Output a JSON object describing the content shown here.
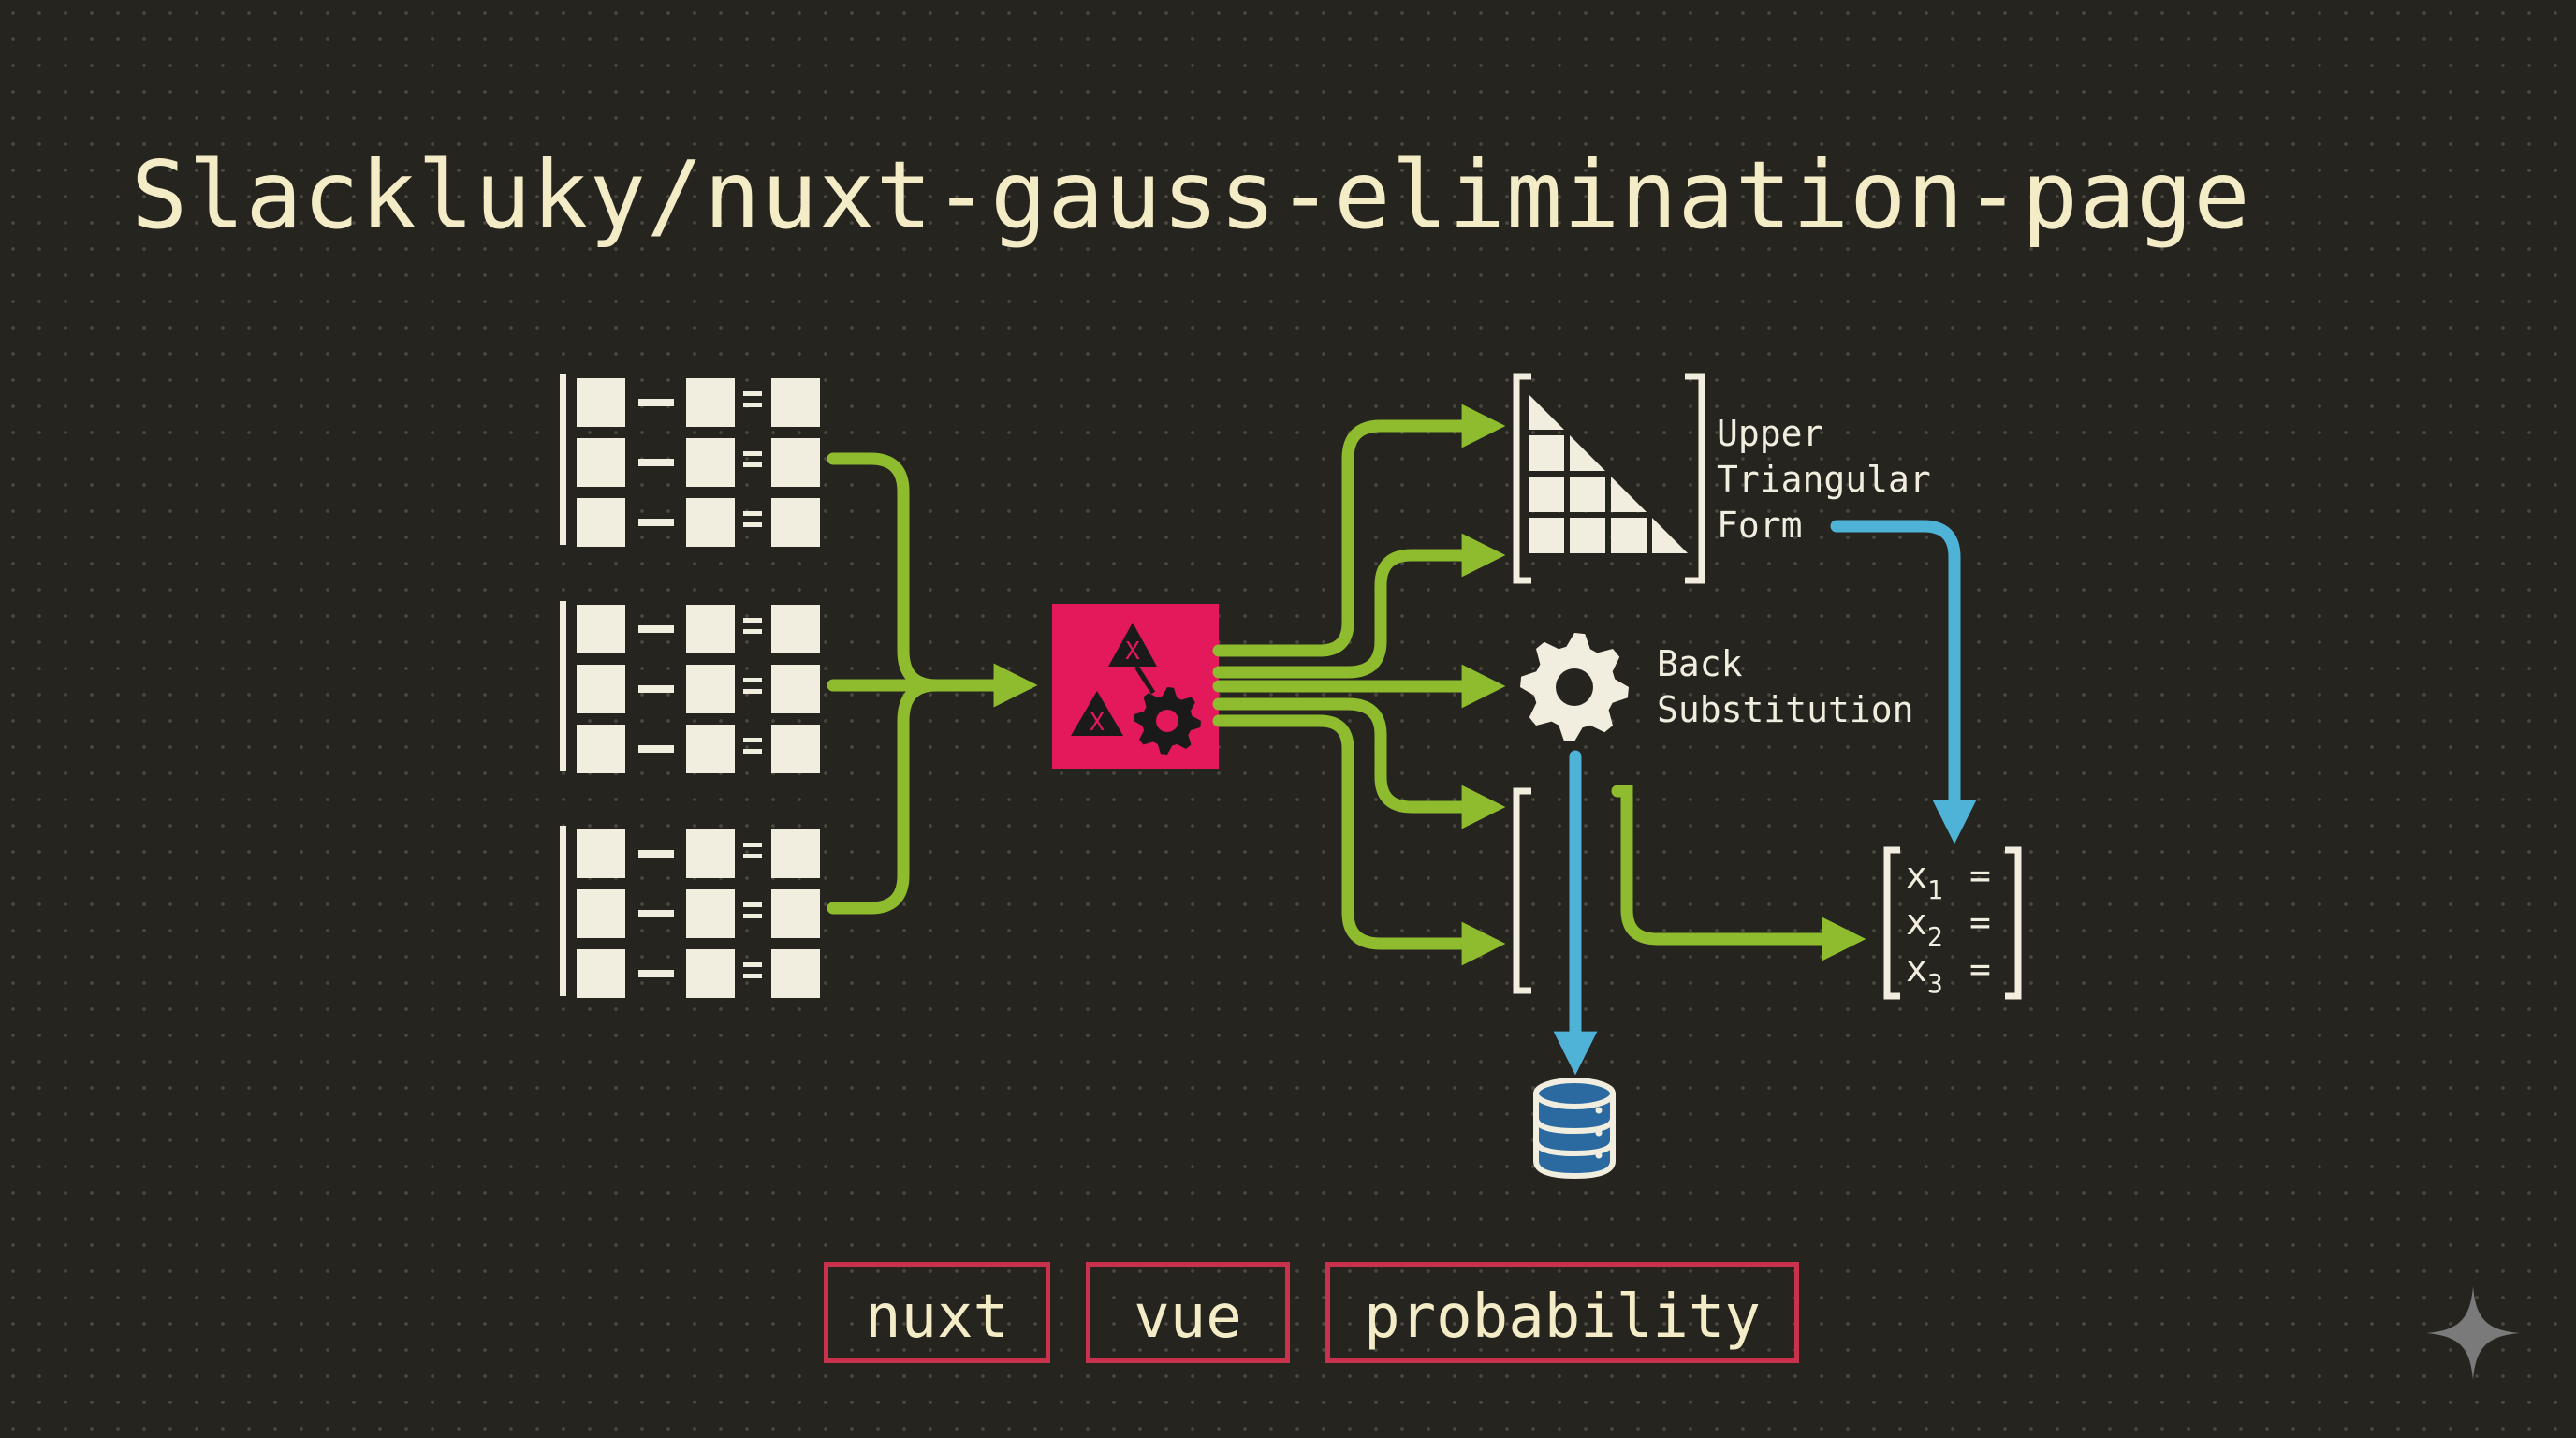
{
  "title": "Slackluky/nuxt-gauss-elimination-page",
  "diagram": {
    "upper_label": [
      "Upper",
      "Triangular",
      "Form"
    ],
    "back_label": [
      "Back",
      "Substitution"
    ],
    "equation_sign": "=",
    "solution_vars": [
      {
        "base": "x",
        "sub": "1"
      },
      {
        "base": "x",
        "sub": "2"
      },
      {
        "base": "x",
        "sub": "3"
      }
    ]
  },
  "icons": [
    "matrix-icon",
    "gauss-elimination-icon",
    "triangular-matrix-icon",
    "gear-icon",
    "database-icon",
    "sparkle-icon"
  ],
  "colors": {
    "background": "#25241f",
    "title": "#f4ecc6",
    "green_arrow": "#8fbb2f",
    "blue_arrow": "#4fb3d8",
    "process_box": "#e3195b",
    "tag_border": "#c8324d"
  },
  "tags": [
    "nuxt",
    "vue",
    "probability"
  ]
}
